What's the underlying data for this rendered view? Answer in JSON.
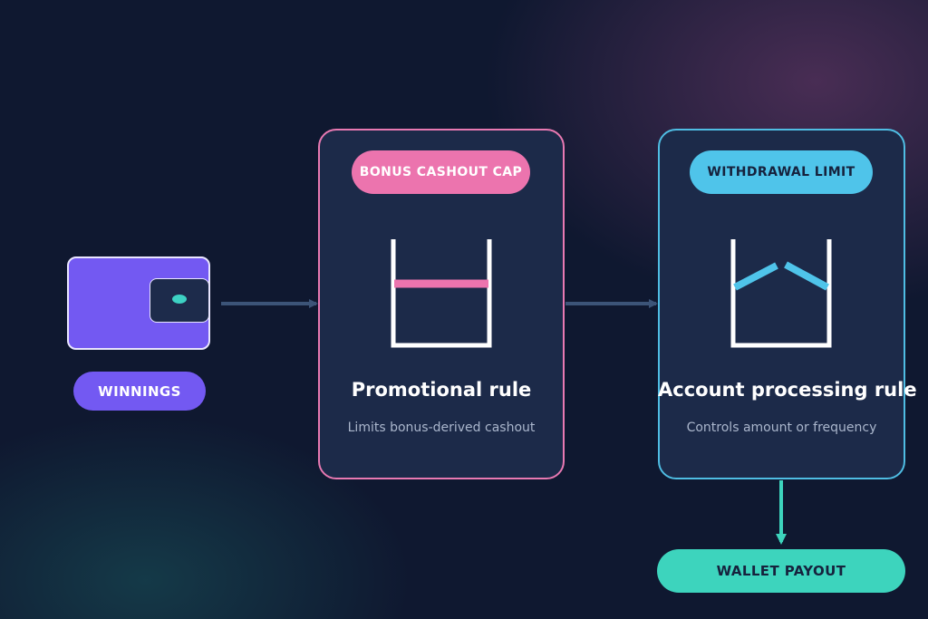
{
  "diagram": {
    "winnings": {
      "label": "WINNINGS"
    },
    "promotional": {
      "badge": "BONUS CASHOUT CAP",
      "title": "Promotional rule",
      "subtitle": "Limits bonus-derived cashout"
    },
    "withdrawal": {
      "badge": "WITHDRAWAL LIMIT",
      "title": "Account processing rule",
      "subtitle": "Controls amount or frequency"
    },
    "payout": {
      "label": "WALLET PAYOUT"
    }
  },
  "colors": {
    "background": "#0f1830",
    "card": "#1c2a49",
    "wallet": "#7359f2",
    "promo_accent": "#ec74ae",
    "withdraw_accent": "#4fc4ea",
    "payout_accent": "#3dd4bd",
    "connector": "#3c5478"
  }
}
